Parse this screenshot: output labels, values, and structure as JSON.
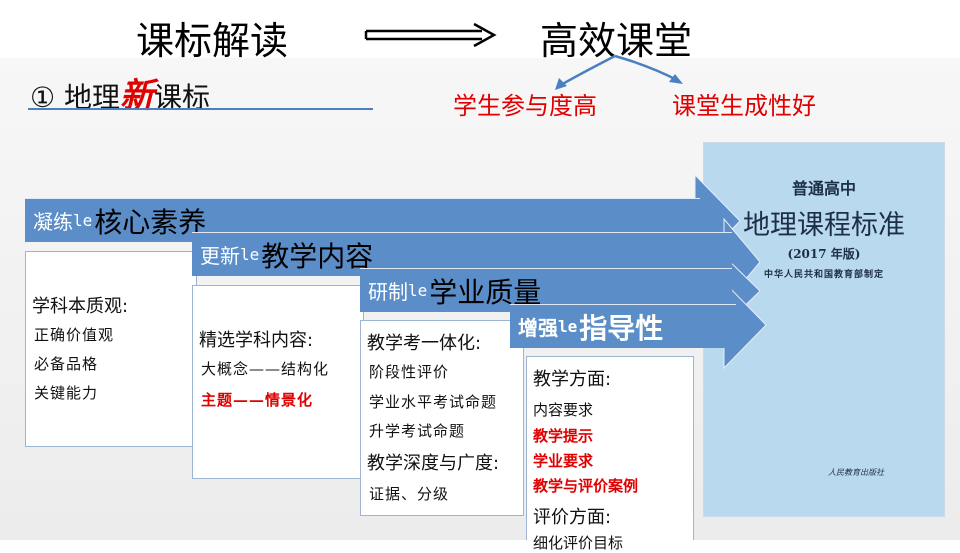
{
  "header": {
    "left_title": "课标解读",
    "right_title": "高效课堂",
    "note_left": "学生参与度高",
    "note_right": "课堂生成性好"
  },
  "section": {
    "number": "①",
    "prefix": "地理",
    "new_char": "新",
    "suffix": "课标"
  },
  "bands": [
    {
      "small": "凝练",
      "le": "le",
      "big": "核心素养"
    },
    {
      "small": "更新",
      "le": "le",
      "big": "教学内容"
    },
    {
      "small": "研制",
      "le": "le",
      "big": "学业质量"
    },
    {
      "small": "增强",
      "le": "le",
      "big": "指导性"
    }
  ],
  "cards": {
    "core": {
      "heading": "学科本质观:",
      "items": [
        "正确价值观",
        "必备品格",
        "关键能力"
      ]
    },
    "content": {
      "heading": "精选学科内容:",
      "item1": "大概念——结构化",
      "item2": "主题——情景化"
    },
    "quality": {
      "heading1": "教学考一体化:",
      "items1": [
        "阶段性评价",
        "学业水平考试命题",
        "升学考试命题"
      ],
      "heading2": "教学深度与广度:",
      "item2": "证据、分级"
    },
    "guide": {
      "heading1": "教学方面:",
      "item_normal": "内容要求",
      "items_red": [
        "教学提示",
        "学业要求",
        "教学与评价案例"
      ],
      "heading2": "评价方面:",
      "item_cut": "细化评价目标"
    }
  },
  "book": {
    "line1": "普通高中",
    "line2": "地理课程标准",
    "line3": "(2017 年版)",
    "line4": "中华人民共和国教育部制定",
    "publisher": "人民教育出版社"
  },
  "colors": {
    "band": "#5b8dc8",
    "accent_red": "#e00000",
    "book": "#b9d9ee"
  }
}
